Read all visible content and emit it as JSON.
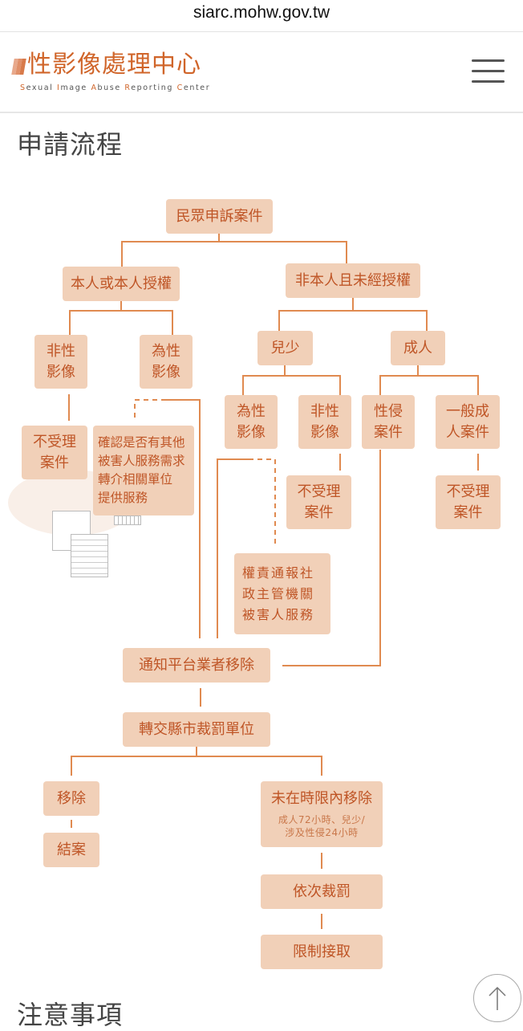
{
  "browser": {
    "url": "siarc.mohw.gov.tw"
  },
  "header": {
    "logo_title": "性影像處理中心",
    "logo_sub_parts": [
      [
        "S",
        "exual "
      ],
      [
        "I",
        "mage "
      ],
      [
        "A",
        "buse "
      ],
      [
        "R",
        "eporting "
      ],
      [
        "C",
        "enter"
      ]
    ],
    "menu_icon": "hamburger-icon"
  },
  "section_title": "申請流程",
  "next_section_title": "注意事項",
  "colors": {
    "accent": "#d0652a",
    "box": "#f1d0b8",
    "line": "#e08a50"
  },
  "flow": {
    "complaint": "民眾申訴案件",
    "self": "本人或本人授權",
    "not_self": "非本人且未經授權",
    "self_non_sexual": "非性\n影像",
    "self_sexual": "為性\n影像",
    "minor": "兒少",
    "adult": "成人",
    "self_reject": "不受理\n案件",
    "confirm": "確認是否有其他\n被害人服務需求\n轉介相關單位\n提供服務",
    "minor_sexual": "為性\n影像",
    "minor_non_sexual": "非性\n影像",
    "adult_assault": "性侵\n案件",
    "adult_general": "一般成\n人案件",
    "minor_reject": "不受理\n案件",
    "adult_reject": "不受理\n案件",
    "report": "權責通報社\n政主管機關\n被害人服務",
    "notify": "通知平台業者移除",
    "transfer": "轉交縣市裁罰單位",
    "removed": "移除",
    "closed": "結案",
    "not_removed": "未在時限內移除",
    "not_removed_note": "成人72小時、兒少/\n涉及性侵24小時",
    "penalty": "依次裁罰",
    "restrict": "限制接取"
  }
}
